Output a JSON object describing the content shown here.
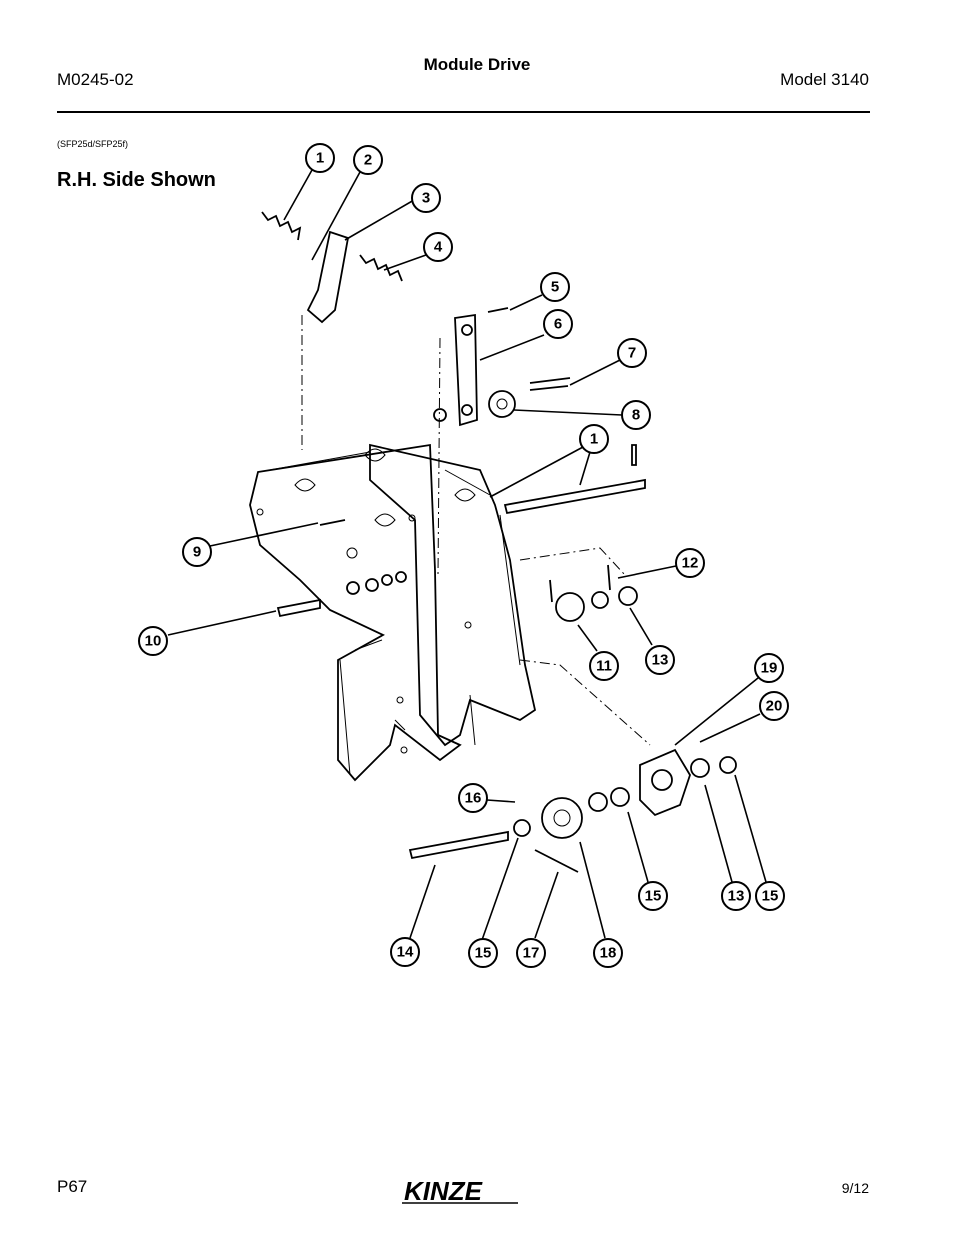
{
  "header": {
    "doc_number": "M0245-02",
    "section_title": "Module Drive",
    "model": "Model 3140"
  },
  "figure": {
    "code": "(SFP25d/SFP25f)",
    "caption": "R.H. Side Shown",
    "callouts": [
      "1",
      "2",
      "3",
      "4",
      "5",
      "6",
      "7",
      "8",
      "1",
      "9",
      "10",
      "12",
      "11",
      "13",
      "19",
      "20",
      "16",
      "15",
      "13",
      "15",
      "14",
      "15",
      "17",
      "18"
    ]
  },
  "footer": {
    "page": "P67",
    "brand": "KINZE",
    "date": "9/12"
  }
}
